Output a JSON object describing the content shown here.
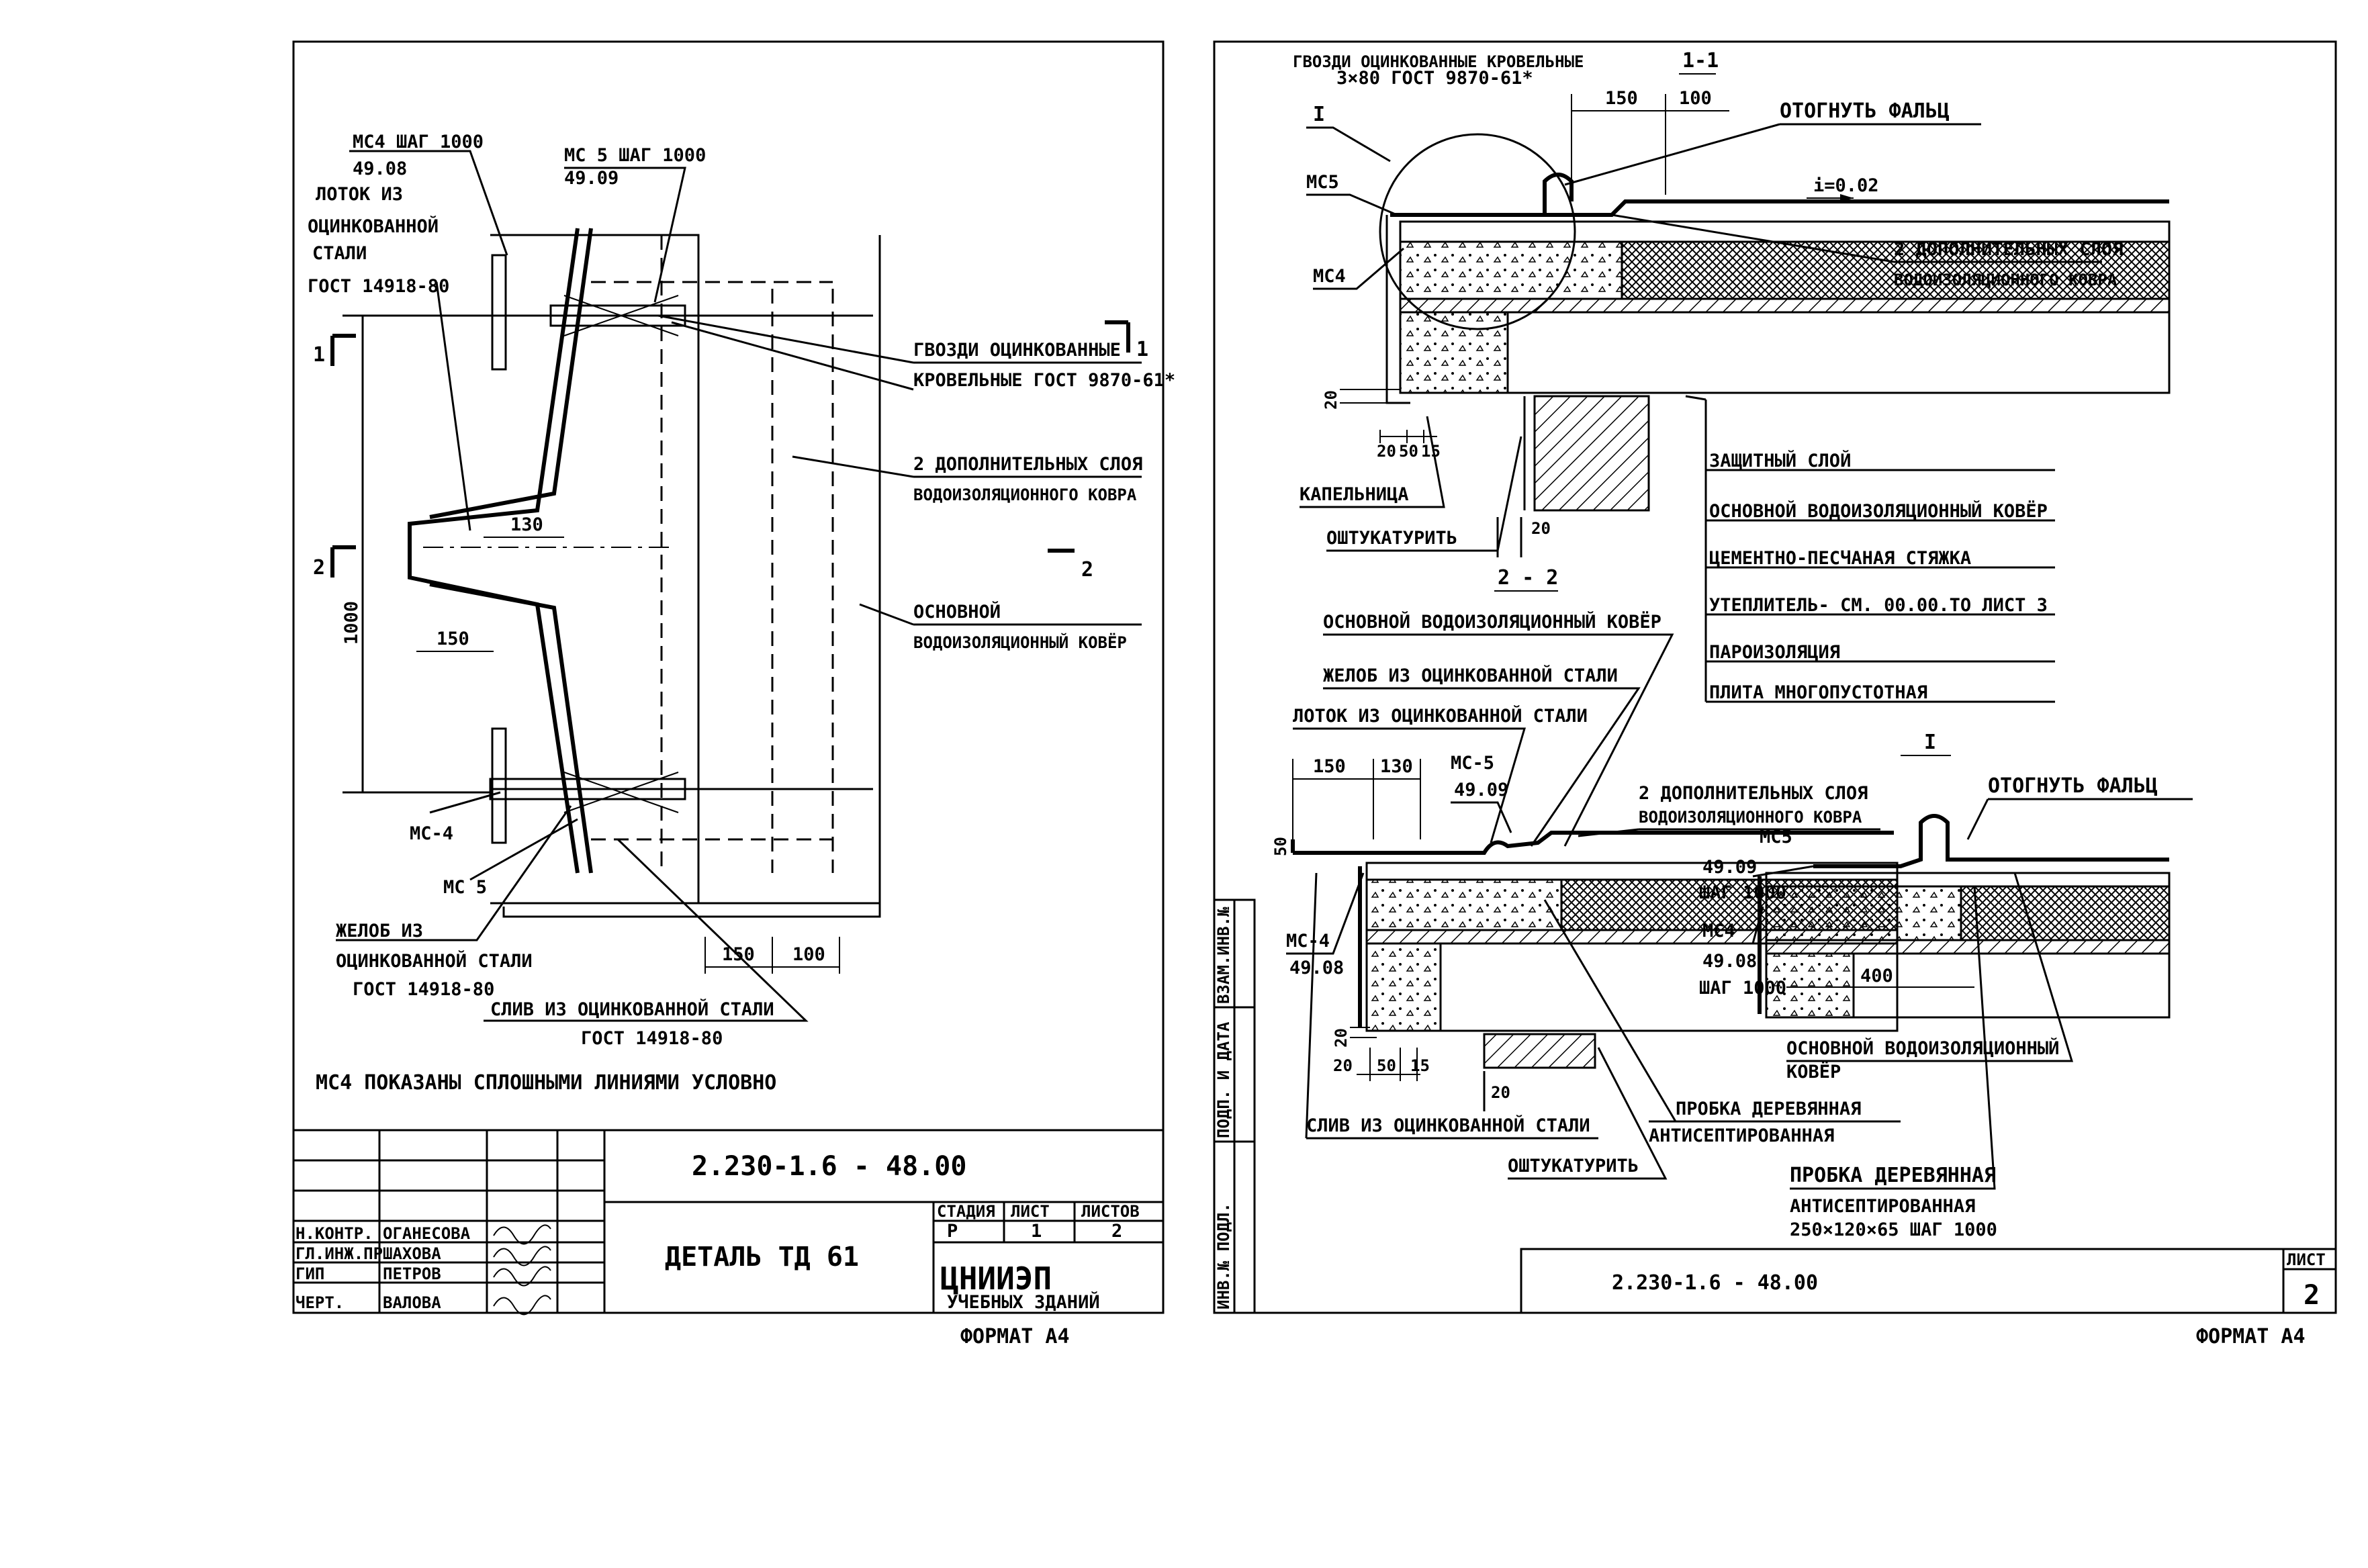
{
  "sheet1": {
    "labels": {
      "ms4_step": "МС4 ШАГ 1000",
      "ms4_code": "49.08",
      "lotok_1": "ЛОТОК ИЗ",
      "lotok_2": "ОЦИНКОВАННОЙ",
      "lotok_3": "СТАЛИ",
      "lotok_gost": "ГОСТ 14918-80",
      "ms5_step": "МС 5 ШАГ 1000",
      "ms5_code": "49.09",
      "nails_1": "ГВОЗДИ ОЦИНКОВАННЫЕ",
      "nails_2": "КРОВЕЛЬНЫЕ ГОСТ 9870-61*",
      "extra_layers_1": "2 ДОПОЛНИТЕЛЬНЫХ СЛОЯ",
      "extra_layers_2": "ВОДОИЗОЛЯЦИОННОГО КОВРА",
      "main_carpet_1": "ОСНОВНОЙ",
      "main_carpet_2": "ВОДОИЗОЛЯЦИОННЫЙ КОВЁР",
      "ms4_short": "МС-4",
      "ms5_short": "МС 5",
      "gutter_1": "ЖЕЛОБ ИЗ",
      "gutter_2": "ОЦИНКОВАННОЙ СТАЛИ",
      "gutter_gost": "ГОСТ 14918-80",
      "drain_1": "СЛИВ ИЗ ОЦИНКОВАННОЙ СТАЛИ",
      "drain_gost": "ГОСТ 14918-80",
      "note": "МС4 ПОКАЗАНЫ СПЛОШНЫМИ ЛИНИЯМИ УСЛОВНО",
      "dim_130": "130",
      "dim_150": "150",
      "dim_1000": "1000",
      "dim_150b": "150",
      "dim_100b": "100",
      "sec1_a": "1",
      "sec1_b": "1",
      "sec2_a": "2",
      "sec2_b": "2"
    },
    "title_block": {
      "code": "2.230-1.6 - 48.00",
      "title": "ДЕТАЛЬ ТД 61",
      "stage_h": "СТАДИЯ",
      "sheet_h": "ЛИСТ",
      "sheets_h": "ЛИСТОВ",
      "stage": "Р",
      "sheet": "1",
      "sheets": "2",
      "org": "ЦНИИЭП",
      "org_sub": "УЧЕБНЫХ ЗДАНИЙ",
      "rows": [
        {
          "role": "Н.КОНТР.",
          "name": "ОГАНЕСОВА"
        },
        {
          "role": "ГЛ.ИНЖ.ПР",
          "name": "ШАХОВА"
        },
        {
          "role": "ГИП",
          "name": "ПЕТРОВ"
        },
        {
          "role": "ЧЕРТ.",
          "name": "ВАЛОВА"
        }
      ]
    },
    "format": "ФОРМАТ А4"
  },
  "sheet2": {
    "labels": {
      "nails_1": "ГВОЗДИ ОЦИНКОВАННЫЕ КРОВЕЛЬНЫЕ",
      "nails_2": "3×80 ГОСТ 9870-61*",
      "sec11": "1-1",
      "callout_I": "I",
      "dim_150": "150",
      "dim_100": "100",
      "fold": "ОТОГНУТЬ ФАЛЬЦ",
      "slope": "i=0.02",
      "ms5": "МС5",
      "ms4": "МС4",
      "extra_1": "2 ДОПОЛНИТЕЛЬНЫХ СЛОЯ",
      "extra_2": "ВОДОИЗОЛЯЦИОННОГО КОВРА",
      "dim_20": "20",
      "dim_20b": "20",
      "dim_50": "50",
      "dim_15": "15",
      "drip": "КАПЕЛЬНИЦА",
      "plaster": "ОШТУКАТУРИТЬ",
      "dim_20c": "20",
      "layers": [
        "ЗАЩИТНЫЙ СЛОЙ",
        "ОСНОВНОЙ ВОДОИЗОЛЯЦИОННЫЙ КОВЁР",
        "ЦЕМЕНТНО-ПЕСЧАНАЯ СТЯЖКА",
        "УТЕПЛИТЕЛЬ- СМ. 00.00.ТО ЛИСТ 3",
        "ПАРОИЗОЛЯЦИЯ",
        "ПЛИТА МНОГОПУСТОТНАЯ"
      ],
      "sec22": "2 - 2",
      "s2_main": "ОСНОВНОЙ ВОДОИЗОЛЯЦИОННЫЙ КОВЁР",
      "s2_gutter": "ЖЕЛОБ ИЗ ОЦИНКОВАННОЙ СТАЛИ",
      "s2_tray": "ЛОТОК ИЗ ОЦИНКОВАННОЙ СТАЛИ",
      "s2_150": "150",
      "s2_130": "130",
      "s2_ms5": "МС-5",
      "s2_ms5_code": "49.09",
      "s2_extra_1": "2 ДОПОЛНИТЕЛЬНЫХ СЛОЯ",
      "s2_extra_2": "ВОДОИЗОЛЯЦИОННОГО КОВРА",
      "s2_50": "50",
      "s2_ms4": "МС-4",
      "s2_ms4_code": "49.08",
      "s2_20": "20",
      "s2_20b": "20",
      "s2_50b": "50",
      "s2_15": "15",
      "s2_20c": "20",
      "s2_drain": "СЛИВ ИЗ ОЦИНКОВАННОЙ СТАЛИ",
      "s2_plaster": "ОШТУКАТУРИТЬ",
      "s2_plug_1": "ПРОБКА ДЕРЕВЯННАЯ",
      "s2_plug_2": "АНТИСЕПТИРОВАННАЯ",
      "dI_label": "I",
      "dI_fold": "ОТОГНУТЬ ФАЛЬЦ",
      "dI_ms5": "МС5",
      "dI_ms5_code": "49.09",
      "dI_ms5_step": "ШАГ 1000",
      "dI_ms4": "МС4",
      "dI_ms4_code": "49.08",
      "dI_ms4_step": "ШАГ 1000",
      "dI_400": "400",
      "dI_main_1": "ОСНОВНОЙ ВОДОИЗОЛЯЦИОННЫЙ",
      "dI_main_2": "КОВЁР",
      "dI_plug_1": "ПРОБКА ДЕРЕВЯННАЯ",
      "dI_plug_2": "АНТИСЕПТИРОВАННАЯ",
      "dI_plug_3": "250×120×65 ШАГ 1000",
      "side_1": "ИНВ.№ ПОДЛ.",
      "side_2": "ПОДП. И ДАТА",
      "side_3": "ВЗАМ.ИНВ.№"
    },
    "title_block": {
      "code": "2.230-1.6 - 48.00",
      "sheet_h": "ЛИСТ",
      "sheet": "2"
    },
    "format": "ФОРМАТ А4"
  }
}
